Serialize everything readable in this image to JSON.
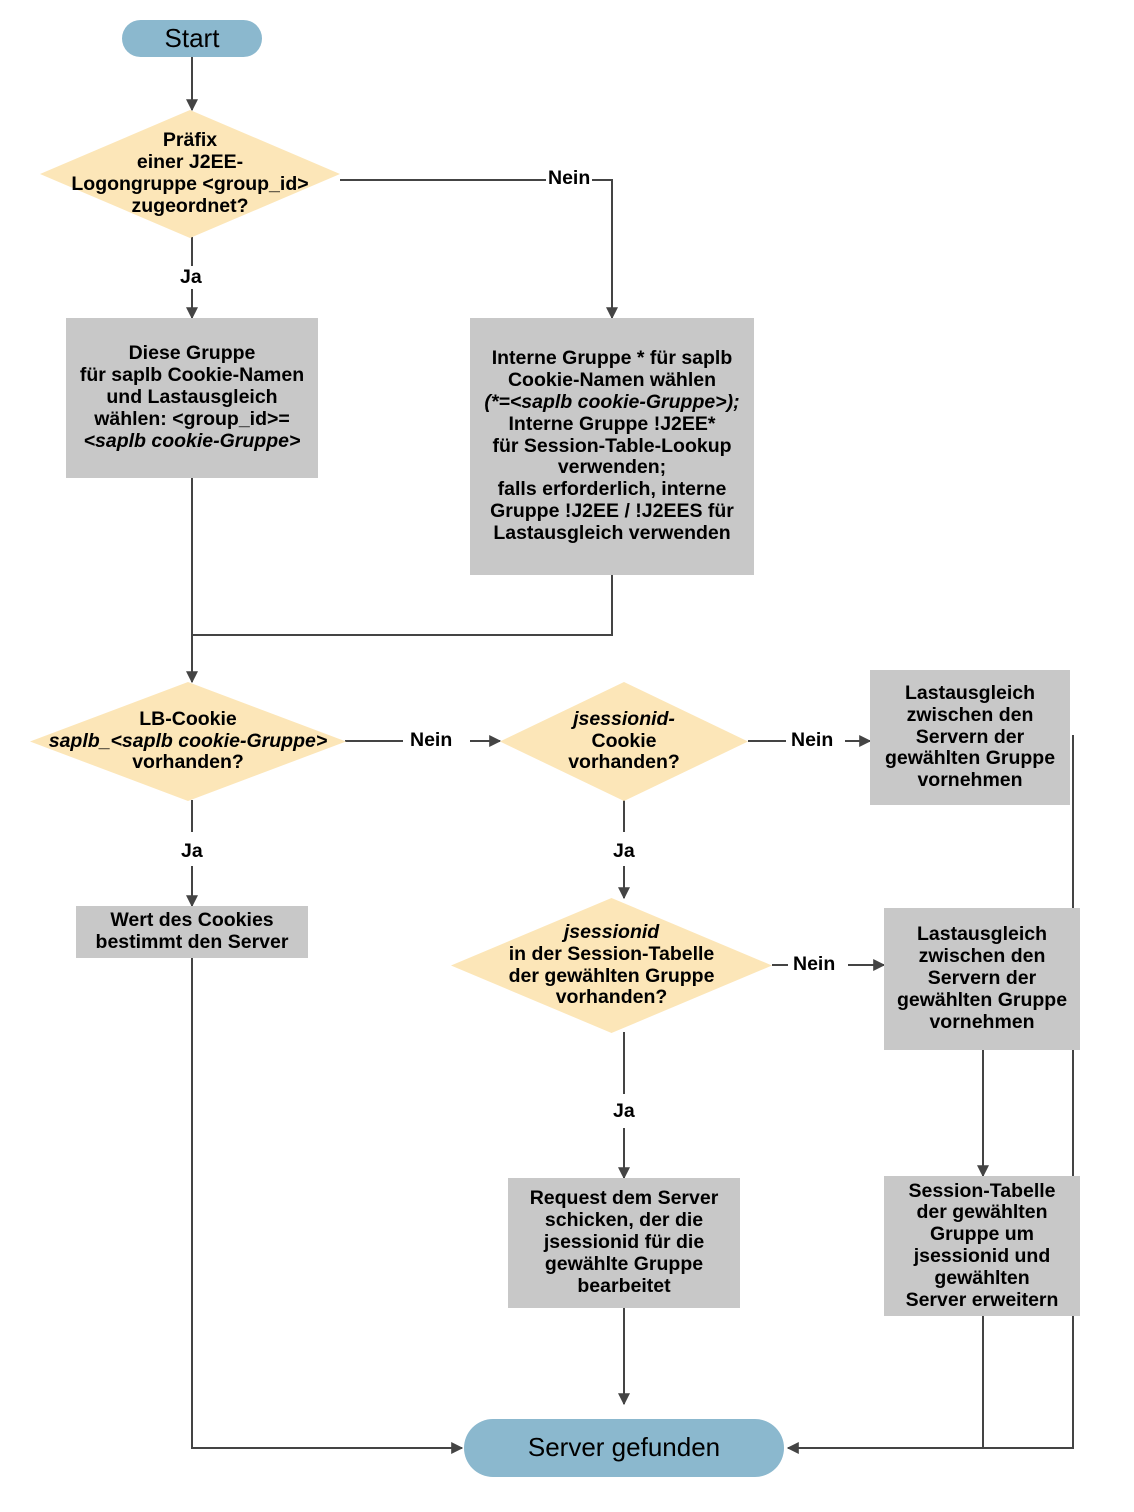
{
  "diagram": {
    "title": "SAP Web Dispatcher Lastausgleich / Server-Findung Flussdiagramm",
    "language": "de",
    "colors": {
      "terminator_fill": "#8BB8CE",
      "decision_fill": "#FCE6B8",
      "process_fill": "#C8C8C8",
      "edge_stroke": "#444444",
      "text": "#000000",
      "background": "#FFFFFF"
    },
    "nodes": {
      "start": {
        "label": "Start",
        "type": "terminator"
      },
      "d_praefix": {
        "type": "decision",
        "lines": [
          "Präfix",
          "einer J2EE-",
          "Logongruppe <group_id>",
          "zugeordnet?"
        ]
      },
      "p_diese_gruppe": {
        "type": "process",
        "lines": [
          "Diese Gruppe",
          "für saplb Cookie-Namen",
          "und Lastausgleich",
          "wählen: <group_id>=",
          "<saplb cookie-Gruppe>"
        ],
        "italic_lines": [
          4
        ]
      },
      "p_interne_gruppe": {
        "type": "process",
        "lines": [
          "Interne Gruppe * für saplb",
          "Cookie-Namen wählen",
          "(*=<saplb cookie-Gruppe>);",
          "Interne Gruppe !J2EE*",
          "für Session-Table-Lookup",
          "verwenden;",
          "falls erforderlich, interne",
          "Gruppe !J2EE / !J2EES für",
          "Lastausgleich verwenden"
        ]
      },
      "d_lb_cookie": {
        "type": "decision",
        "lines": [
          "LB-Cookie",
          "saplb_<saplb cookie-Gruppe>",
          "vorhanden?"
        ],
        "italic_lines": [
          1
        ]
      },
      "d_jsessionid_cookie": {
        "type": "decision",
        "lines": [
          "jsessionid-",
          "Cookie",
          "vorhanden?"
        ],
        "italic_lines": [
          0
        ]
      },
      "p_lastausgleich_1": {
        "type": "process",
        "lines": [
          "Lastausgleich",
          "zwischen den",
          "Servern der",
          "gewählten Gruppe",
          "vornehmen"
        ]
      },
      "p_wert_des_cookies": {
        "type": "process",
        "lines": [
          "Wert des Cookies",
          "bestimmt den Server"
        ]
      },
      "d_jsessionid_table": {
        "type": "decision",
        "lines": [
          "jsessionid",
          "in der Session-Tabelle",
          "der gewählten Gruppe",
          "vorhanden?"
        ],
        "italic_lines": [
          0
        ]
      },
      "p_lastausgleich_2": {
        "type": "process",
        "lines": [
          "Lastausgleich",
          "zwischen den",
          "Servern der",
          "gewählten Gruppe",
          "vornehmen"
        ]
      },
      "p_request_server": {
        "type": "process",
        "lines": [
          "Request dem Server",
          "schicken, der die",
          "jsessionid für die",
          "gewählte Gruppe",
          "bearbeitet"
        ]
      },
      "p_session_tabelle": {
        "type": "process",
        "lines": [
          "Session-Tabelle",
          "der gewählten",
          "Gruppe um",
          "jsessionid und",
          "gewählten",
          "Server erweitern"
        ]
      },
      "end": {
        "label": "Server gefunden",
        "type": "terminator"
      }
    },
    "edge_labels": {
      "praefix_nein": "Nein",
      "praefix_ja": "Ja",
      "lb_cookie_nein": "Nein",
      "lb_cookie_ja": "Ja",
      "jsessionid_cookie_nein": "Nein",
      "jsessionid_cookie_ja": "Ja",
      "jsessionid_table_nein": "Nein",
      "jsessionid_table_ja": "Ja"
    }
  }
}
